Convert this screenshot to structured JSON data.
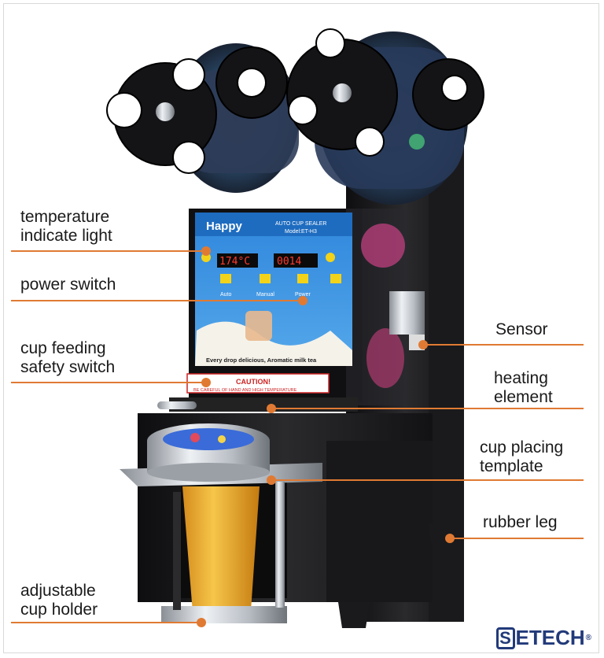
{
  "callouts": {
    "temperature": {
      "line1": "temperature",
      "line2": "indicate light"
    },
    "power": {
      "line1": "power switch"
    },
    "cup_feeding": {
      "line1": "cup feeding",
      "line2": "safety switch"
    },
    "adjustable": {
      "line1": "adjustable",
      "line2": "cup holder"
    },
    "sensor": {
      "line1": "Sensor"
    },
    "heating": {
      "line1": "heating",
      "line2": "element"
    },
    "placing": {
      "line1": "cup placing",
      "line2": "template"
    },
    "rubber": {
      "line1": "rubber leg"
    }
  },
  "panel": {
    "brand": "Happy",
    "title": "AUTO CUP SEALER",
    "model": "Model:ET-H3",
    "display_left": "174°C",
    "display_right": "0014",
    "btn_auto": "Auto",
    "btn_manual": "Manual",
    "btn_power": "Power",
    "slogan": "Every drop delicious, Aromatic milk tea",
    "caution": "CAUTION!",
    "caution_sub": "BE CAREFUL OF HAND AND HIGH TEMPERATURE"
  },
  "logo": {
    "letter": "S",
    "rest": "ETECH",
    "mark": "®"
  },
  "colors": {
    "accent": "#e07a33",
    "machine": "#1c1c1e",
    "panel_blue": "#2a7fd4",
    "logo": "#223a7a"
  }
}
